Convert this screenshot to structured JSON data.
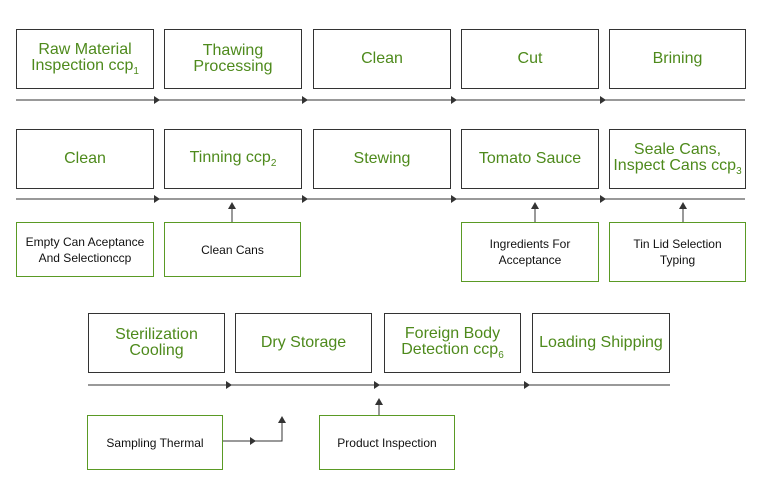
{
  "colors": {
    "step_text": "#4e8a1c",
    "support_border": "#5a9a24",
    "line": "#333333"
  },
  "row1": [
    {
      "label": "Raw Material\nInspection ccp",
      "ccp": "1"
    },
    {
      "label": "Thawing\nProcessing"
    },
    {
      "label": "Clean"
    },
    {
      "label": "Cut"
    },
    {
      "label": "Brining"
    }
  ],
  "row2": [
    {
      "label": "Clean"
    },
    {
      "label": "Tinning ccp",
      "ccp": "2"
    },
    {
      "label": "Stewing"
    },
    {
      "label": "Tomato Sauce"
    },
    {
      "label": "Seale Cans,\nInspect Cans ccp",
      "ccp": "3"
    }
  ],
  "row2_inputs": [
    {
      "label": "Empty Can Aceptance\nAnd Selectionccp"
    },
    {
      "label": "Clean Cans"
    },
    {
      "label": "Ingredients For\nAcceptance"
    },
    {
      "label": "Tin Lid Selection\nTyping"
    }
  ],
  "row3": [
    {
      "label": "Sterilization\nCooling"
    },
    {
      "label": "Dry Storage"
    },
    {
      "label": "Foreign Body\nDetection ccp",
      "ccp": "6"
    },
    {
      "label": "Loading Shipping"
    }
  ],
  "row3_inputs": [
    {
      "label": "Sampling Thermal"
    },
    {
      "label": "Product Inspection"
    }
  ]
}
